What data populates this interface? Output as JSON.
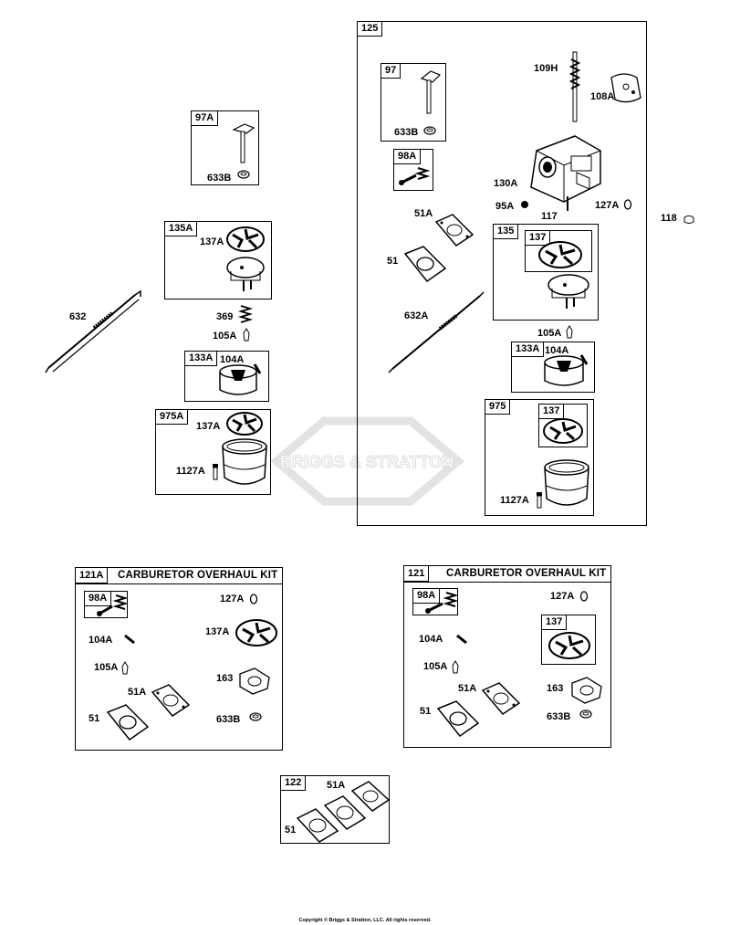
{
  "watermark": "BRIGGS & STRATTON",
  "copyright": "Copyright © Briggs & Stratton, LLC. All rights reserved.",
  "kits": {
    "k121a": {
      "ref": "121A",
      "title": "CARBURETOR OVERHAUL KIT"
    },
    "k121": {
      "ref": "121",
      "title": "CARBURETOR OVERHAUL KIT"
    },
    "k122": {
      "ref": "122"
    }
  },
  "labels": {
    "b97a": "97A",
    "p633b_a": "633B",
    "b135a": "135A",
    "p137a_a": "137A",
    "p632": "632",
    "p369": "369",
    "p105a_a": "105A",
    "b133a_l": "133A",
    "p104a_l": "104A",
    "b975a": "975A",
    "p137a_b": "137A",
    "p1127a_l": "1127A",
    "b125": "125",
    "b97": "97",
    "p633b_b": "633B",
    "p109h": "109H",
    "p108a": "108A",
    "b98a": "98A",
    "p130a": "130A",
    "p95a": "95A",
    "p117": "117",
    "p127a": "127A",
    "p118": "118",
    "p51a": "51A",
    "p51": "51",
    "b135": "135",
    "b137_a": "137",
    "p632a": "632A",
    "p105a_r": "105A",
    "b133a_r": "133A",
    "p104a_r": "104A",
    "b975": "975",
    "b137_b": "137",
    "p1127a_r": "1127A",
    "k1_98a": "98A",
    "k1_127a": "127A",
    "k1_104a": "104A",
    "k1_137a": "137A",
    "k1_105a": "105A",
    "k1_51a": "51A",
    "k1_163": "163",
    "k1_51": "51",
    "k1_633b": "633B",
    "k2_98a": "98A",
    "k2_127a": "127A",
    "k2_104a": "104A",
    "k2_137": "137",
    "k2_105a": "105A",
    "k2_51a": "51A",
    "k2_163": "163",
    "k2_51": "51",
    "k2_633b": "633B",
    "k3_51a": "51A",
    "k3_51": "51"
  }
}
